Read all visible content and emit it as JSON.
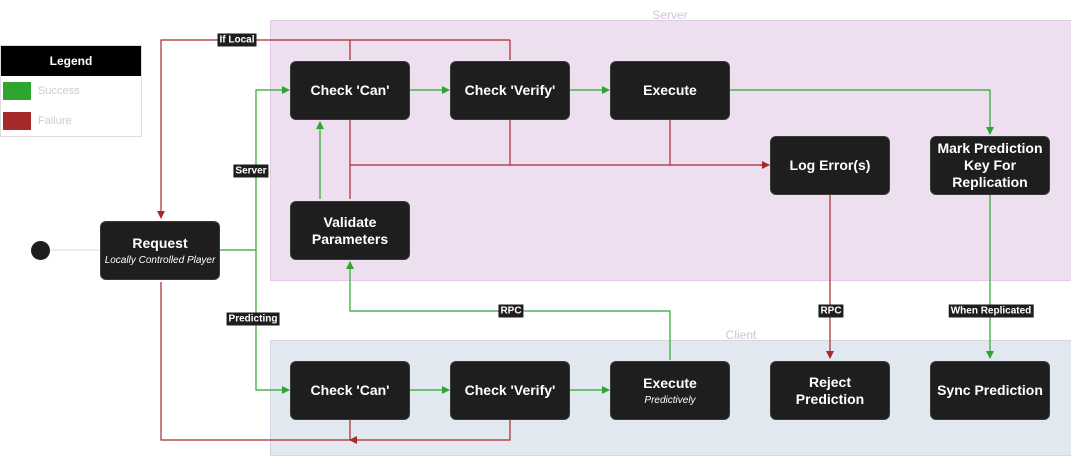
{
  "regions": {
    "server": "Server",
    "client": "Client"
  },
  "legend": {
    "title": "Legend",
    "items": [
      {
        "label": "Success",
        "color": "#2ea52e"
      },
      {
        "label": "Failure",
        "color": "#a52a2a"
      }
    ]
  },
  "colors": {
    "success": "#2ea52e",
    "failure": "#a52a2a",
    "node": "#1e1e1e"
  },
  "nodes": {
    "request": {
      "title": "Request",
      "subtitle": "Locally Controlled Player"
    },
    "server_check_can": {
      "title": "Check 'Can'"
    },
    "server_check_verify": {
      "title": "Check 'Verify'"
    },
    "server_execute": {
      "title": "Execute"
    },
    "validate_parameters": {
      "title": "Validate Parameters"
    },
    "log_errors": {
      "title": "Log Error(s)"
    },
    "mark_prediction": {
      "title": "Mark Prediction Key For Replication"
    },
    "client_check_can": {
      "title": "Check 'Can'"
    },
    "client_check_verify": {
      "title": "Check 'Verify'"
    },
    "client_execute": {
      "title": "Execute",
      "subtitle": "Predictively"
    },
    "reject_prediction": {
      "title": "Reject Prediction"
    },
    "sync_prediction": {
      "title": "Sync Prediction"
    }
  },
  "edge_labels": {
    "if_local": "If Local",
    "server": "Server",
    "predicting": "Predicting",
    "rpc_validate": "RPC",
    "rpc_reject": "RPC",
    "when_replicated": "When Replicated"
  }
}
